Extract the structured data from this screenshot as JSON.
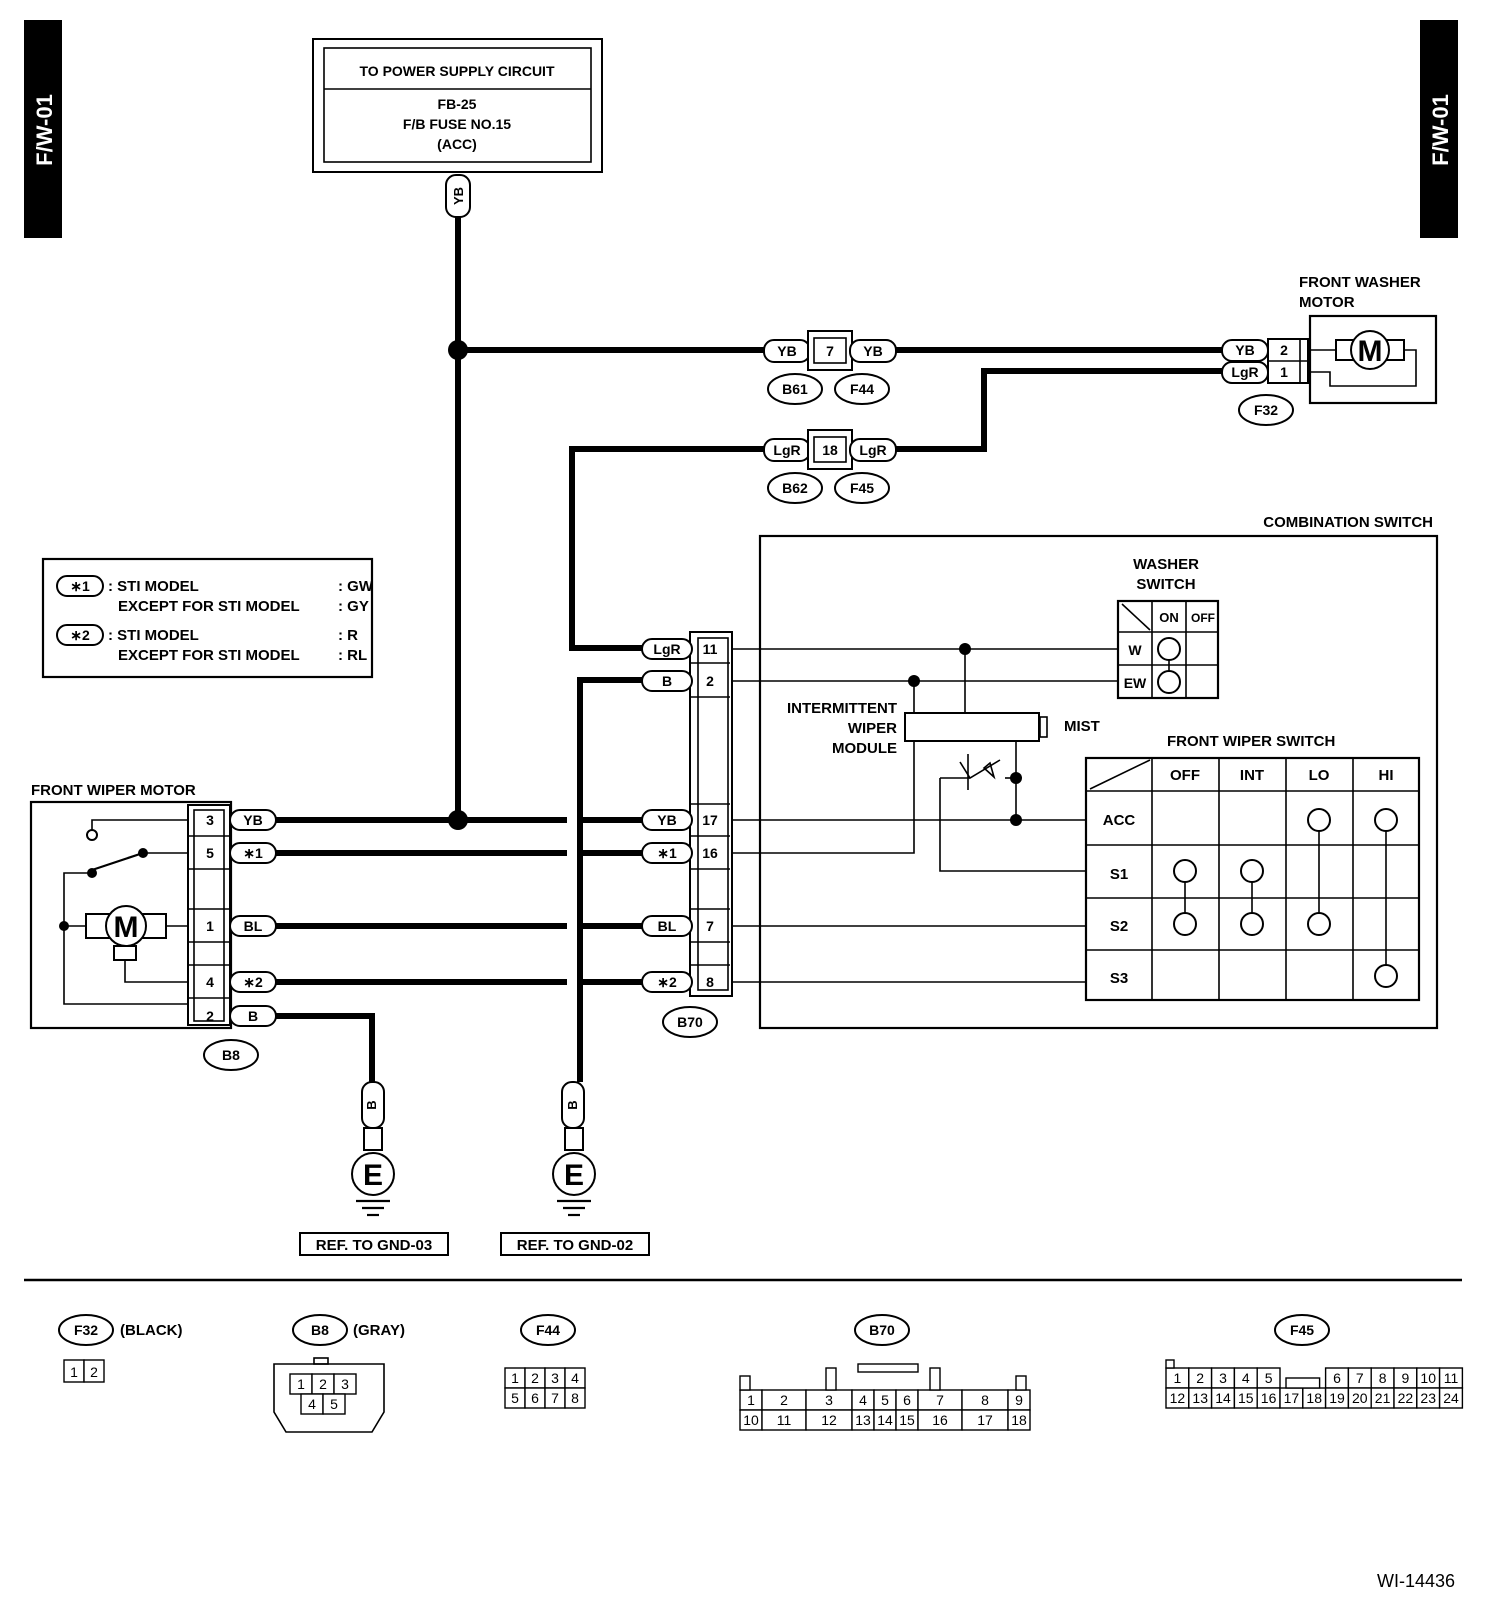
{
  "page_id": "F/W-01",
  "ref_code": "WI-14436",
  "power": {
    "title": "TO POWER SUPPLY CIRCUIT",
    "line1": "FB-25",
    "line2": "F/B FUSE NO.15",
    "line3": "(ACC)"
  },
  "legend": {
    "m1": "∗1",
    "m2": "∗2",
    "sti": ": STI MODEL",
    "except": "EXCEPT FOR STI MODEL",
    "v1_sti": ": GW",
    "v1_except": ": GY",
    "v2_sti": ": R",
    "v2_except": ": RL"
  },
  "components": {
    "front_washer_motor_l1": "FRONT WASHER",
    "front_washer_motor_l2": "MOTOR",
    "front_wiper_motor": "FRONT WIPER MOTOR",
    "combination_switch": "COMBINATION SWITCH",
    "washer_switch_l1": "WASHER",
    "washer_switch_l2": "SWITCH",
    "intermittent_l1": "INTERMITTENT",
    "intermittent_l2": "WIPER",
    "intermittent_l3": "MODULE",
    "mist": "MIST",
    "front_wiper_switch": "FRONT WIPER SWITCH",
    "motor_symbol": "M",
    "ground_symbol": "E"
  },
  "washer_switch": {
    "cols": [
      "ON",
      "OFF"
    ],
    "rows": [
      "W",
      "EW"
    ]
  },
  "wiper_switch": {
    "cols": [
      "OFF",
      "INT",
      "LO",
      "HI"
    ],
    "rows": [
      "ACC",
      "S1",
      "S2",
      "S3"
    ]
  },
  "wires": {
    "YB": "YB",
    "LgR": "LgR",
    "B": "B",
    "BL": "BL",
    "m1": "∗1",
    "m2": "∗2"
  },
  "pins": {
    "b61_7": "7",
    "b62_18": "18",
    "f32_2": "2",
    "f32_1": "1",
    "b70_11": "11",
    "b70_2": "2",
    "b70_17": "17",
    "b70_16": "16",
    "b70_7": "7",
    "b70_8": "8",
    "b8_3": "3",
    "b8_5": "5",
    "b8_1": "1",
    "b8_4": "4",
    "b8_2": "2"
  },
  "connectors": {
    "B61": "B61",
    "F44": "F44",
    "B62": "B62",
    "F45": "F45",
    "F32": "F32",
    "B70": "B70",
    "B8": "B8"
  },
  "grounds": {
    "gnd03": "REF. TO GND-03",
    "gnd02": "REF. TO GND-02"
  },
  "footer": {
    "f32_name": "F32",
    "f32_color": "(BLACK)",
    "f32_pins": [
      "1",
      "2"
    ],
    "b8_name": "B8",
    "b8_color": "(GRAY)",
    "b8_pins": [
      "1",
      "2",
      "3",
      "4",
      "5"
    ],
    "f44_name": "F44",
    "f44_pins": [
      "1",
      "2",
      "3",
      "4",
      "5",
      "6",
      "7",
      "8"
    ],
    "b70_name": "B70",
    "b70_top": [
      "1",
      "2",
      "3",
      "4",
      "5",
      "6",
      "7",
      "8",
      "9"
    ],
    "b70_bottom": [
      "10",
      "11",
      "12",
      "13",
      "14",
      "15",
      "16",
      "17",
      "18"
    ],
    "f45_name": "F45",
    "f45_top": [
      "1",
      "2",
      "3",
      "4",
      "5",
      "6",
      "7",
      "8",
      "9",
      "10",
      "11"
    ],
    "f45_bottom": [
      "12",
      "13",
      "14",
      "15",
      "16",
      "17",
      "18",
      "19",
      "20",
      "21",
      "22",
      "23",
      "24"
    ]
  }
}
